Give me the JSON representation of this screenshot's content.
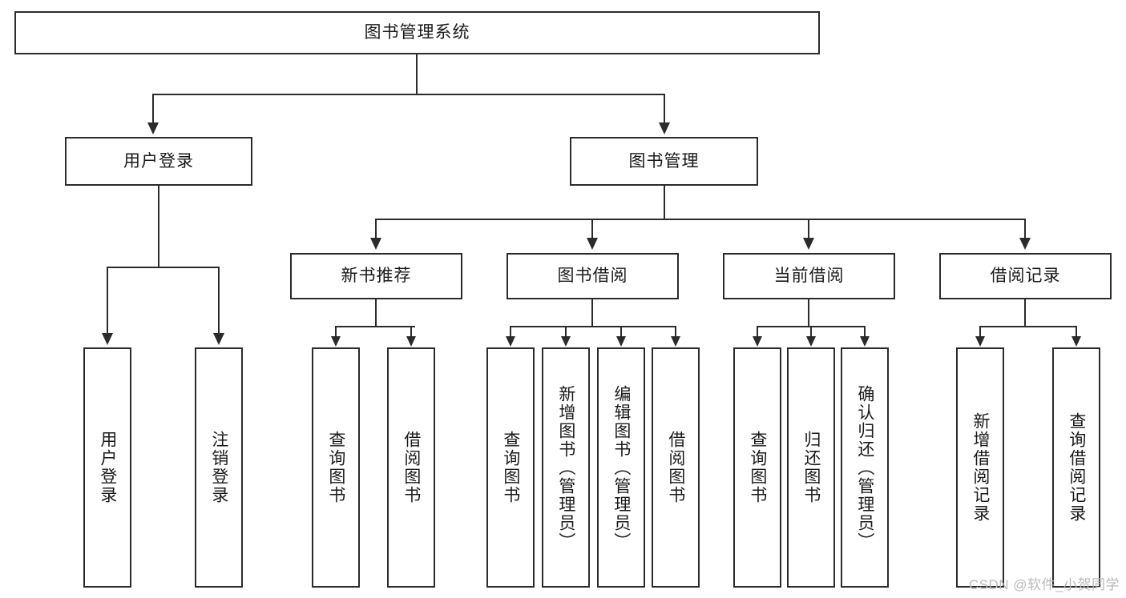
{
  "diagram": {
    "title": "图书管理系统",
    "watermark": "CSDN @软件_小贺同学",
    "level2": {
      "user_login": "用户登录",
      "book_manage": "图书管理"
    },
    "level3": {
      "new_book_recommend": "新书推荐",
      "book_borrow": "图书借阅",
      "current_borrow": "当前借阅",
      "borrow_record": "借阅记录"
    },
    "leaves": {
      "user_login_1": "用户登录",
      "user_login_2": "注销登录",
      "recommend_1": "查询图书",
      "recommend_2": "借阅图书",
      "borrow_1": "查询图书",
      "borrow_2": "新增图书（管理员）",
      "borrow_3": "编辑图书（管理员）",
      "borrow_4": "借阅图书",
      "current_1": "查询图书",
      "current_2": "归还图书",
      "current_3": "确认归还（管理员）",
      "record_1": "新增借阅记录",
      "record_2": "查询借阅记录"
    }
  }
}
